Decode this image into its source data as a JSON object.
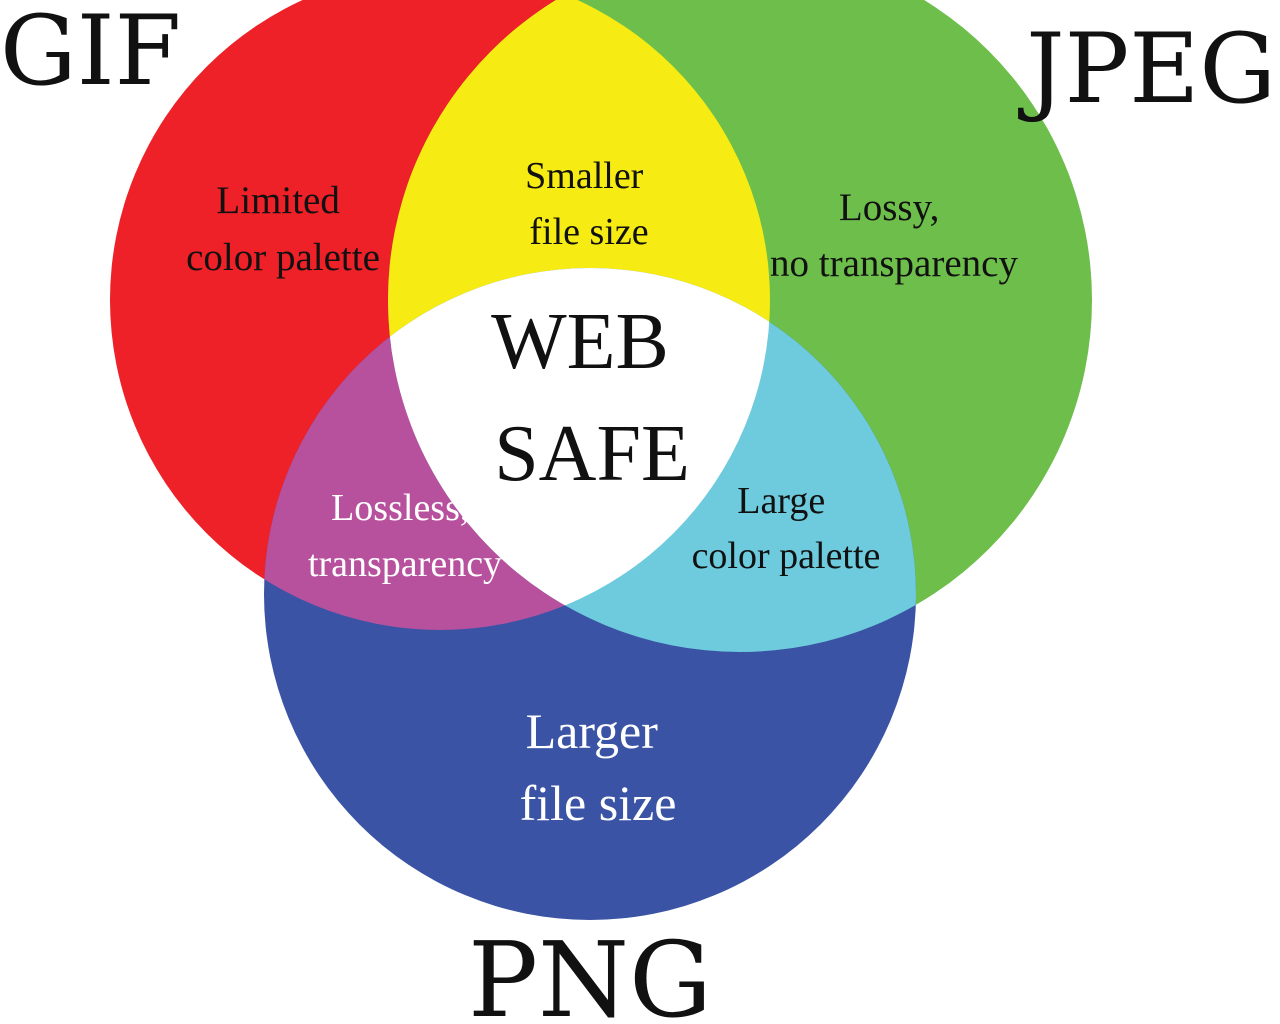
{
  "sets": {
    "gif": {
      "label": "GIF",
      "color": "#ED2127"
    },
    "jpeg": {
      "label": "JPEG",
      "color": "#6DBE4A"
    },
    "png": {
      "label": "PNG",
      "color": "#3A53A4"
    }
  },
  "intersections": {
    "gif_jpeg": {
      "color": "#F6EC13",
      "text_color": "#111111",
      "lines": [
        "Smaller",
        "file size"
      ]
    },
    "gif_png": {
      "color": "#B7519D",
      "text_color": "#FFFFFF",
      "lines": [
        "Lossless,",
        "transparency"
      ]
    },
    "jpeg_png": {
      "color": "#6DCBDD",
      "text_color": "#111111",
      "lines": [
        "Large",
        "color palette"
      ]
    },
    "all": {
      "color": "#FFFFFF",
      "lines": [
        "WEB",
        "SAFE"
      ]
    }
  },
  "regions": {
    "gif_only": {
      "lines": [
        "Limited",
        "color palette"
      ],
      "text_color": "#111111"
    },
    "jpeg_only": {
      "lines": [
        "Lossy,",
        "no transparency"
      ],
      "text_color": "#111111"
    },
    "png_only": {
      "lines": [
        "Larger",
        "file size"
      ],
      "text_color": "#FFFFFF"
    }
  }
}
